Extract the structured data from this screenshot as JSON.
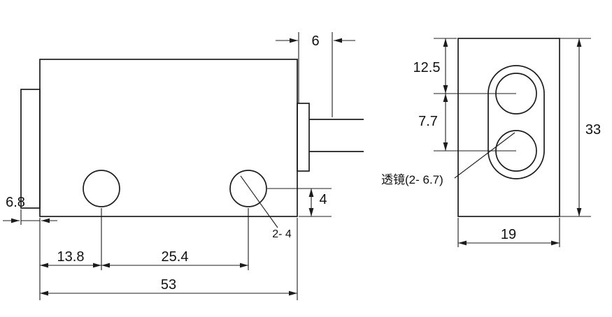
{
  "colors": {
    "line": "#1c1c1c",
    "background": "#ffffff",
    "text": "#111111"
  },
  "left_view": {
    "dim_protrusion": "6",
    "dim_tab_width": "6.8",
    "dim_hole_to_bottom": "4",
    "holes_callout": "2- 4",
    "dim_edge_to_hole": "13.8",
    "dim_hole_spacing": "25.4",
    "dim_overall_width": "53"
  },
  "right_view": {
    "dim_top_to_lens": "12.5",
    "dim_lens_spacing": "7.7",
    "dim_overall_height": "33",
    "dim_overall_width": "19",
    "lens_callout": "透镜(2- 6.7)"
  }
}
